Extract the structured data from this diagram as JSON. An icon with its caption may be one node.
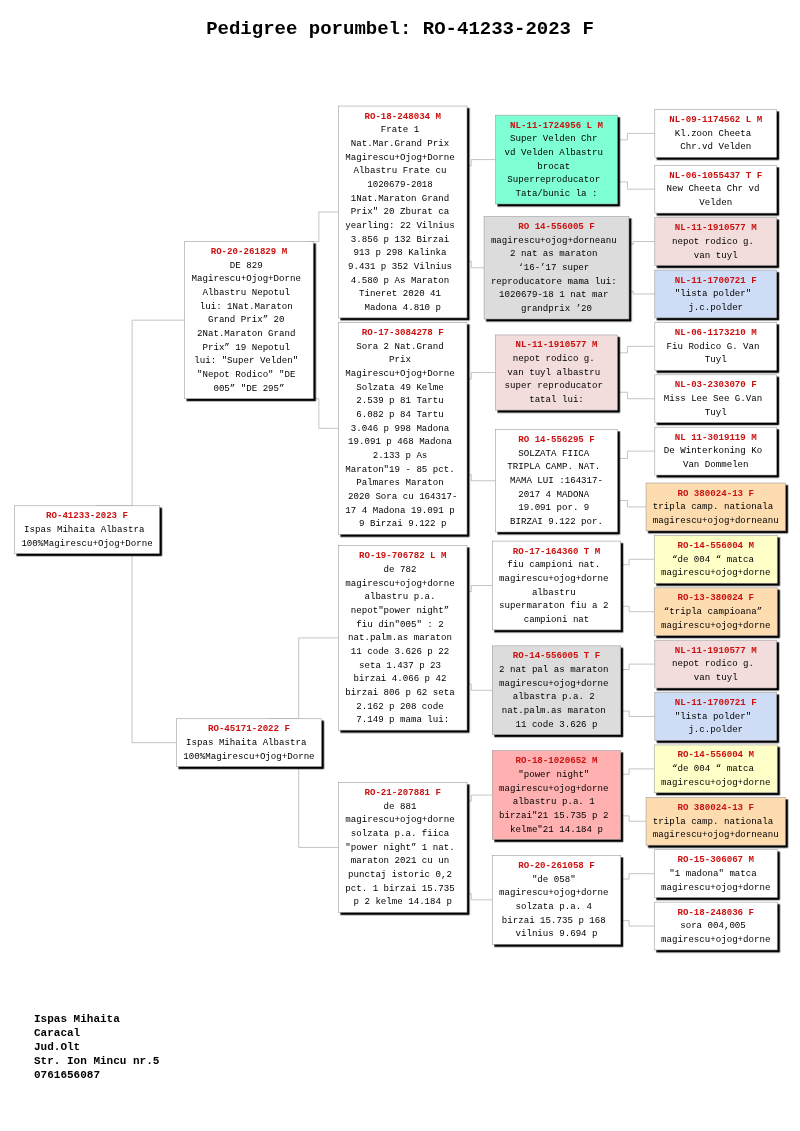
{
  "diagram": {
    "title": "Pedigree porumbel: RO-41233-2023 F",
    "nodes": [
      {
        "text": [
          "RO-41233-2023 F",
          "Ispas Mihaita Albastra 100%Magirescu+Ojog+Dorne"
        ]
      },
      {
        "text": [
          "RO-20-261829 M",
          "DE 829 Magirescu+Ojog+Dorne Albastru Nepotul lui: 1Nat.Maraton Grand Prix” 20 2Nat.Maraton Grand Prix” 19 Nepotul lui: \"Super Velden\" \"Nepot Rodico\" \"DE 005” \"DE 295”"
        ]
      },
      {
        "text": [
          "RO-45171-2022 F",
          "Ispas Mihaita Albastra 100%Magirescu+Ojog+Dorne"
        ]
      },
      {
        "text": [
          "RO-18-248034 M",
          "Frate 1 Nat.Mar.Grand Prix Magirescu+Ojog+Dorne Albastru Frate cu 1020679-2018 1Nat.Maraton Grand Prix\" 20 Zburat ca yearling: 22 Vilnius 3.856 p 132 Birzai 913 p 298 Kalinka 9.431 p 352 Vilnius 4.580 p As Maraton Tineret 2020 41 Madona 4.810 p"
        ]
      },
      {
        "text": [
          "RO-17-3084278 F",
          "Sora 2 Nat.Grand Prix Magirescu+Ojog+Dorne Solzata 49 Kelme 2.539 p 81 Tartu 6.082 p 84 Tartu 3.046 p 998 Madona 19.091 p 468 Madona 2.133 p As Maraton\"19 - 85 pct. Palmares Maraton 2020 Sora cu 164317-17 4 Madona 19.091 p 9 Birzai 9.122 p"
        ]
      },
      {
        "text": [
          "RO-19-706782 L M",
          "de 782 magirescu+ojog+dorne albastru p.a. nepot\"power night” fiu din\"005\" : 2 nat.palm.as maraton 11 code 3.626 p 22 seta 1.437 p 23 birzai 4.066 p 42 birzai 806 p 62 seta 2.162 p 208 code 7.149 p mama lui:"
        ]
      },
      {
        "text": [
          "RO-21-207881 F",
          "de 881 magirescu+ojog+dorne solzata p.a. fiica \"power night” 1 nat. maraton 2021 cu un punctaj istoric 0,2 pct. 1 birzai 15.735 p 2 kelme 14.184 p"
        ]
      },
      {
        "text": [
          "NL-11-1724956 L M",
          "Super Velden Chr vd Velden Albastru brocat Superreproducator Tata/bunic la :"
        ]
      },
      {
        "text": [
          "RO 14-556005 F",
          "magirescu+ojog+dorneanu 2 nat as maraton ‘16-’17 super reproducatore mama lui: 1020679-18 1 nat mar grandprix ’20"
        ]
      },
      {
        "text": [
          "NL-11-1910577 M",
          "nepot rodico g. van tuyl albastru super reproducator tatal lui:"
        ]
      },
      {
        "text": [
          "RO 14-556295 F",
          "SOLZATA FIICA TRIPLA CAMP. NAT. MAMA LUI :164317-2017 4 MADONA 19.091 por. 9 BIRZAI 9.122 por."
        ]
      },
      {
        "text": [
          "RO-17-164360 T M",
          "fiu campioni nat. magirescu+ojog+dorne albastru supermaraton fiu a 2 campioni nat"
        ]
      },
      {
        "text": [
          "RO-14-556005 T F",
          "2 nat pal as maraton magirescu+ojog+dorne albastra p.a. 2 nat.palm.as maraton 11 code 3.626 p"
        ]
      },
      {
        "text": [
          "RO-18-1020652 M",
          "\"power night\" magirescu+ojog+dorne albastru p.a. 1 birzai\"21 15.735 p 2 kelme\"21 14.184 p"
        ]
      },
      {
        "text": [
          "RO-20-261058 F",
          "\"de 058\" magirescu+ojog+dorne solzata p.a. 4 birzai 15.735 p 168 vilnius 9.694 p"
        ]
      },
      {
        "text": [
          "NL-09-1174562 L M",
          "Kl.zoon Cheeta Chr.vd Velden"
        ]
      },
      {
        "text": [
          "NL-06-1055437 T F",
          "New Cheeta Chr vd Velden"
        ]
      },
      {
        "text": [
          "NL-11-1910577 M",
          "nepot rodico g. van tuyl"
        ]
      },
      {
        "text": [
          "NL-11-1700721 F",
          "\"lista polder\" j.c.polder"
        ]
      },
      {
        "text": [
          "NL-06-1173210 M",
          "Fiu Rodico G. Van Tuyl"
        ]
      },
      {
        "text": [
          "NL-03-2303070 F",
          "Miss Lee See G.Van Tuyl"
        ]
      },
      {
        "text": [
          "NL 11-3019119 M",
          "De Winterkoning Ko Van Dommelen"
        ]
      },
      {
        "text": [
          "RO 380024-13 F",
          "tripla camp. nationala magirescu+ojog+dorneanu"
        ]
      },
      {
        "text": [
          "RO-14-556004 M",
          "“de 004 “ matca magirescu+ojog+dorne"
        ]
      },
      {
        "text": [
          "RO-13-380024 F",
          "“tripla campioana” magirescu+ojog+dorne"
        ]
      },
      {
        "text": [
          "NL-11-1910577 M",
          "nepot rodico g. van tuyl"
        ]
      },
      {
        "text": [
          "NL-11-1700721 F",
          "\"lista polder\" j.c.polder"
        ]
      },
      {
        "text": [
          "RO-14-556004 M",
          "“de 004 “ matca magirescu+ojog+dorne"
        ]
      },
      {
        "text": [
          "RO 380024-13 F",
          "tripla camp. nationala magirescu+ojog+dorneanu"
        ]
      },
      {
        "text": [
          "RO-15-306067 M",
          "\"1 madona\" matca magirescu+ojog+dorne"
        ]
      },
      {
        "text": [
          "RO-18-248036 F",
          "sora 004,005 magirescu+ojog+dorne"
        ]
      }
    ],
    "edges": [
      {
        "from": 0,
        "to": 1,
        "arrow": "none"
      },
      {
        "from": 0,
        "to": 2,
        "arrow": "none"
      },
      {
        "from": 1,
        "to": 3,
        "arrow": "none"
      },
      {
        "from": 1,
        "to": 4,
        "arrow": "none"
      },
      {
        "from": 2,
        "to": 5,
        "arrow": "none"
      },
      {
        "from": 2,
        "to": 6,
        "arrow": "none"
      },
      {
        "from": 3,
        "to": 7,
        "arrow": "none"
      },
      {
        "from": 3,
        "to": 8,
        "arrow": "none"
      },
      {
        "from": 4,
        "to": 9,
        "arrow": "none"
      },
      {
        "from": 4,
        "to": 10,
        "arrow": "none"
      },
      {
        "from": 5,
        "to": 11,
        "arrow": "none"
      },
      {
        "from": 5,
        "to": 12,
        "arrow": "none"
      },
      {
        "from": 6,
        "to": 13,
        "arrow": "none"
      },
      {
        "from": 6,
        "to": 14,
        "arrow": "none"
      },
      {
        "from": 7,
        "to": 15,
        "arrow": "none"
      },
      {
        "from": 7,
        "to": 16,
        "arrow": "none"
      },
      {
        "from": 8,
        "to": 17,
        "arrow": "none"
      },
      {
        "from": 8,
        "to": 18,
        "arrow": "none"
      },
      {
        "from": 9,
        "to": 19,
        "arrow": "none"
      },
      {
        "from": 9,
        "to": 20,
        "arrow": "none"
      },
      {
        "from": 10,
        "to": 21,
        "arrow": "none"
      },
      {
        "from": 10,
        "to": 22,
        "arrow": "none"
      },
      {
        "from": 11,
        "to": 23,
        "arrow": "none"
      },
      {
        "from": 11,
        "to": 24,
        "arrow": "none"
      },
      {
        "from": 12,
        "to": 25,
        "arrow": "none"
      },
      {
        "from": 12,
        "to": 26,
        "arrow": "none"
      },
      {
        "from": 13,
        "to": 27,
        "arrow": "none"
      },
      {
        "from": 13,
        "to": 28,
        "arrow": "none"
      },
      {
        "from": 14,
        "to": 29,
        "arrow": "none"
      },
      {
        "from": 14,
        "to": 30,
        "arrow": "none"
      }
    ],
    "labels": [
      "Ispas Mihaita",
      "Caracal",
      "Jud.Olt",
      "Str. Ion Mincu nr.5",
      "0761656087"
    ]
  }
}
